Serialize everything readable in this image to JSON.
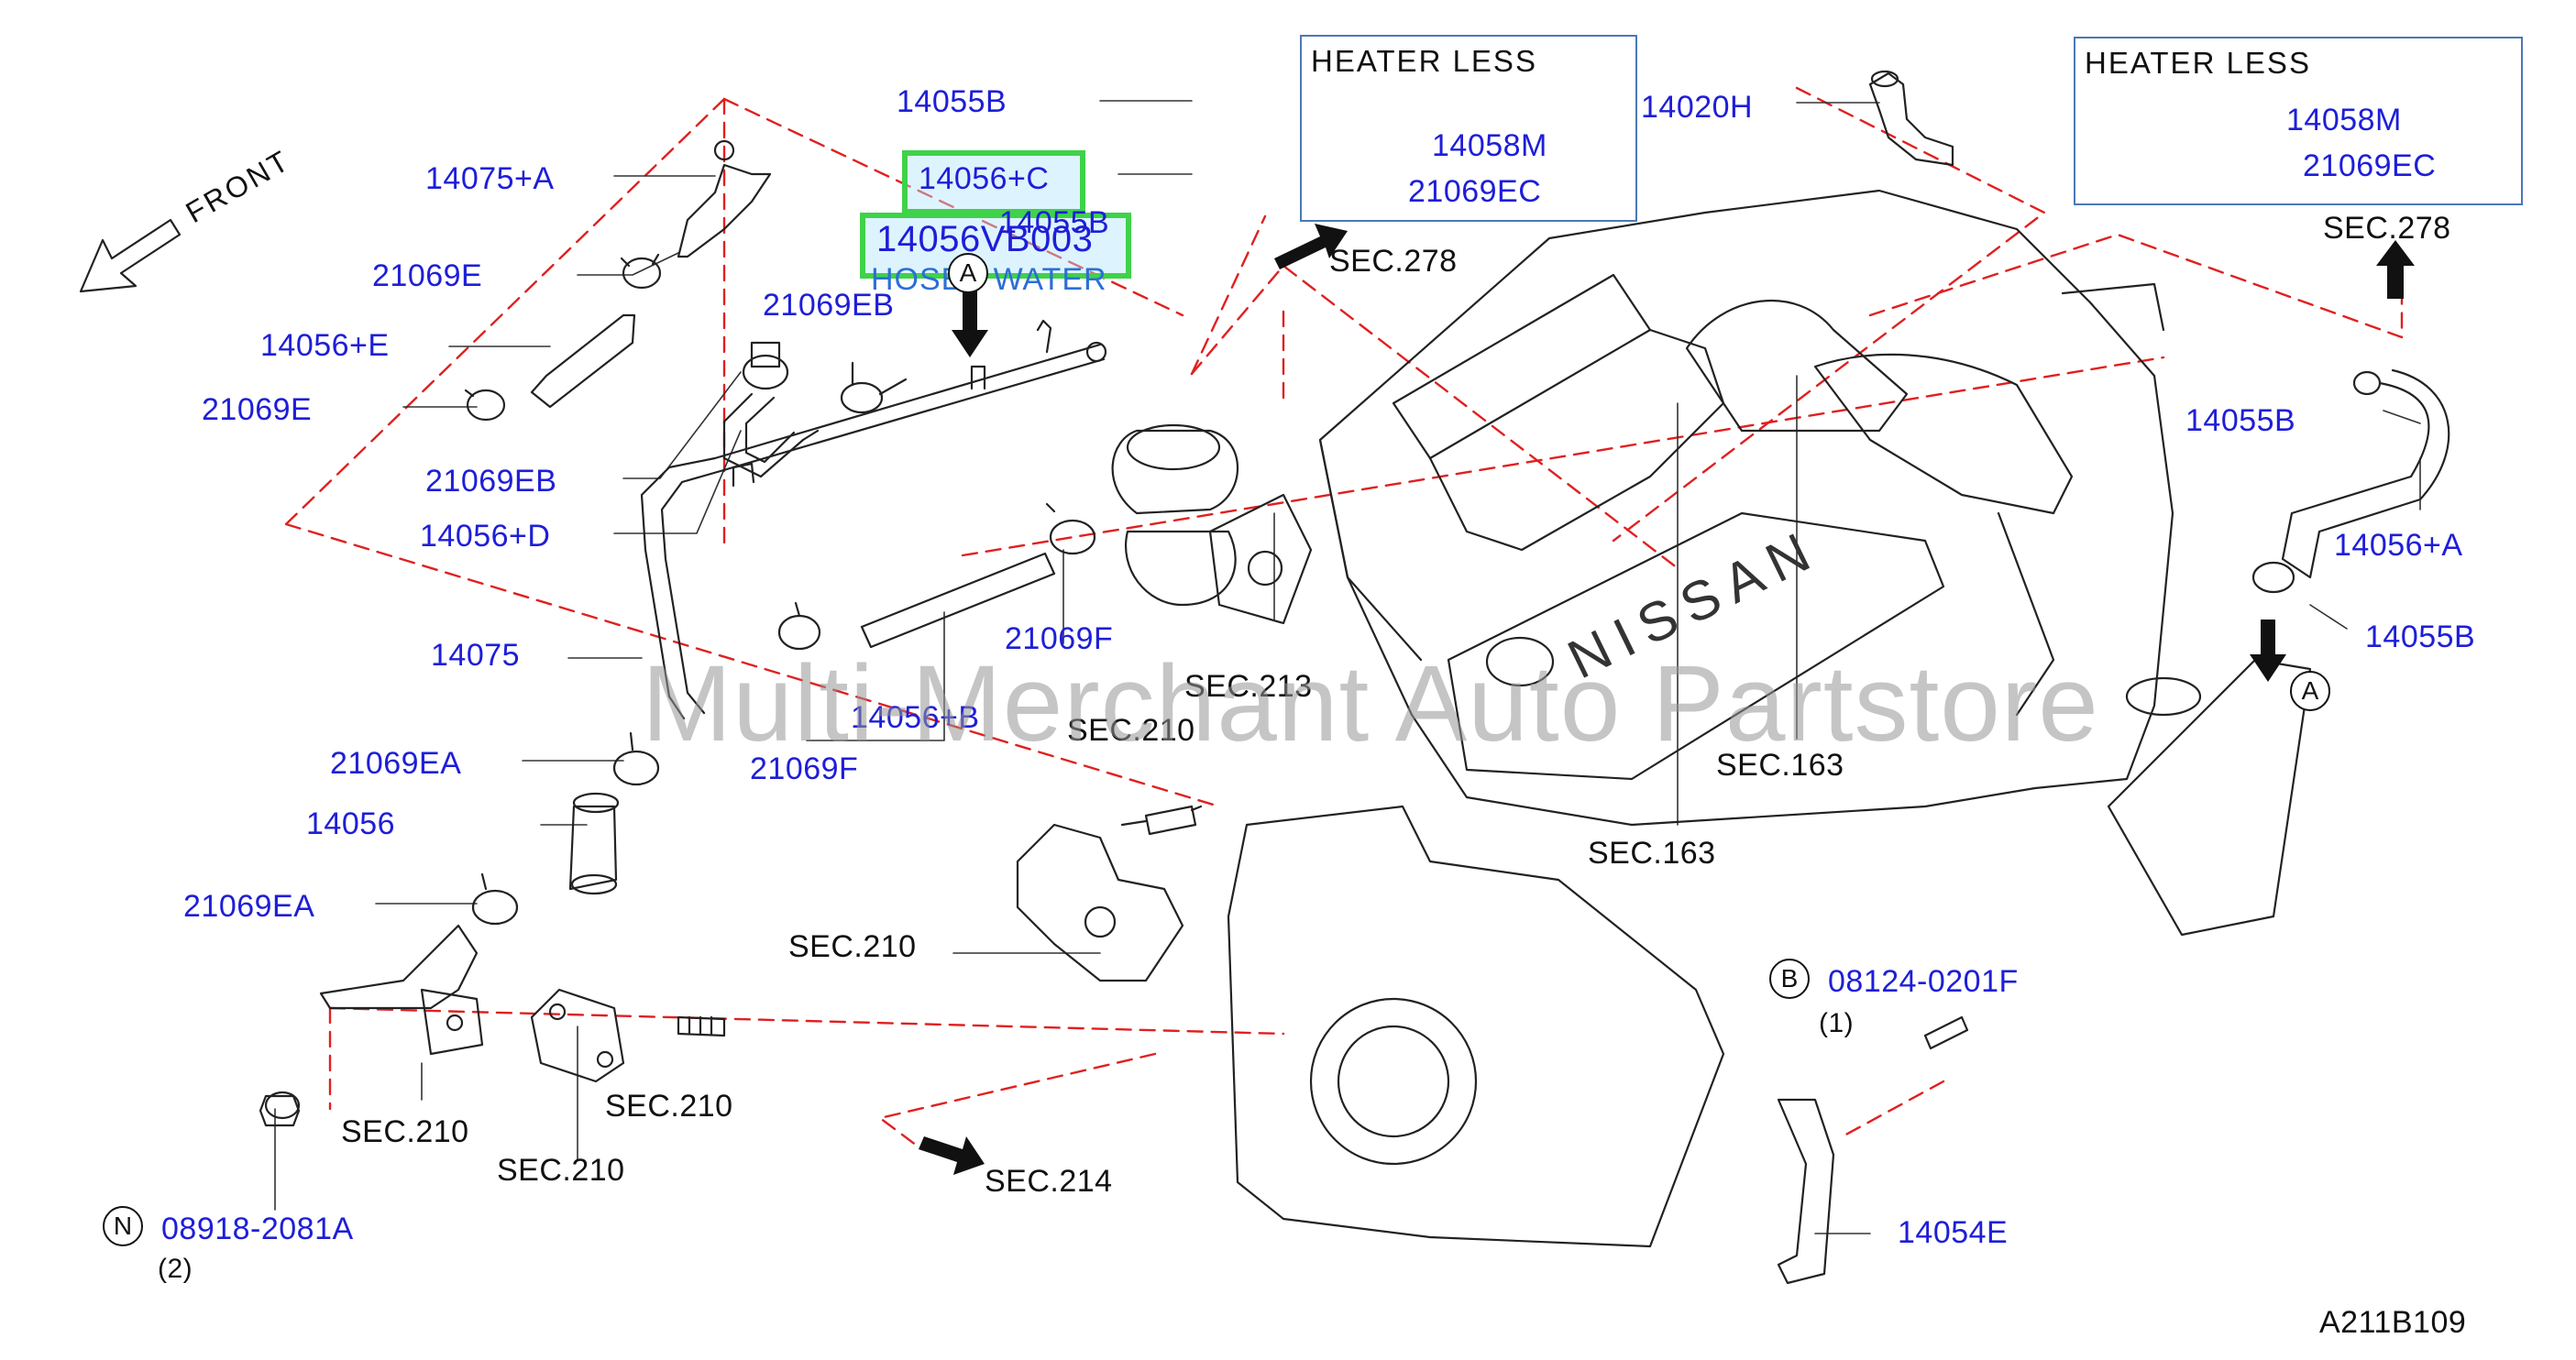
{
  "front_label": "FRONT",
  "heater_box_left": {
    "title": "HEATER  LESS",
    "parts": [
      "14058M",
      "21069EC"
    ]
  },
  "heater_box_right": {
    "title": "HEATER  LESS",
    "parts": [
      "14058M",
      "21069EC"
    ]
  },
  "highlighted": [
    "14056+C",
    "14056VB003"
  ],
  "tooltip": "HOSE - WATER",
  "watermark": "Multi-Merchant Auto Partstore",
  "parts": {
    "p14055B_top": "14055B",
    "p14075A": "14075+A",
    "p21069E_1": "21069E",
    "p14056E": "14056+E",
    "p21069E_2": "21069E",
    "p14055B_mid": "14055B",
    "p21069EB_1": "21069EB",
    "p21069EB_2": "21069EB",
    "p14056D": "14056+D",
    "p14075": "14075",
    "p21069F_1": "21069F",
    "p14056B": "14056+B",
    "p21069F_2": "21069F",
    "p21069EA_1": "21069EA",
    "p14056": "14056",
    "p21069EA_2": "21069EA",
    "p14020H": "14020H",
    "p14055B_right1": "14055B",
    "p14056A": "14056+A",
    "p14055B_right2": "14055B",
    "p08124": "08124-0201F",
    "p14054E": "14054E",
    "p08918": "08918-2081A"
  },
  "sections": {
    "sec278_left": "SEC.278",
    "sec278_right": "SEC.278",
    "sec213": "SEC.213",
    "sec210_a": "SEC.210",
    "sec210_b": "SEC.210",
    "sec210_c": "SEC.210",
    "sec210_d": "SEC.210",
    "sec210_e": "SEC.210",
    "sec163_a": "SEC.163",
    "sec163_b": "SEC.163",
    "sec214": "SEC.214"
  },
  "markers": {
    "A1": "A",
    "A2": "A",
    "B": "B",
    "N": "N"
  },
  "qty": {
    "q1": "(1)",
    "q2": "(2)"
  },
  "engine_text": "NISSAN",
  "diagram_code": "A211B109",
  "colors": {
    "part_label": "#1e1ed8",
    "leader_dash": "#e02020",
    "highlight": "#3fd24a",
    "box_border": "#4a78b8"
  }
}
